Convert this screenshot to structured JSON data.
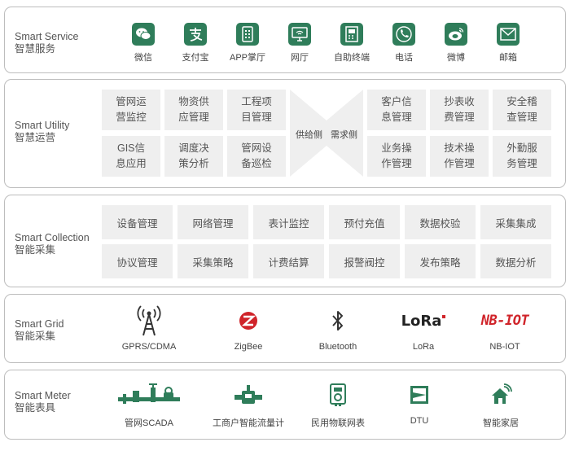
{
  "service": {
    "title_en": "Smart Service",
    "title_zh": "智慧服务",
    "items": [
      {
        "label": "微信",
        "icon": "wechat-icon"
      },
      {
        "label": "支付宝",
        "icon": "alipay-icon"
      },
      {
        "label": "APP掌厅",
        "icon": "mobile-app-icon"
      },
      {
        "label": "网厅",
        "icon": "monitor-icon"
      },
      {
        "label": "自助终端",
        "icon": "kiosk-icon"
      },
      {
        "label": "电话",
        "icon": "phone-icon"
      },
      {
        "label": "微博",
        "icon": "weibo-icon"
      },
      {
        "label": "邮箱",
        "icon": "mail-icon"
      }
    ]
  },
  "utility": {
    "title_en": "Smart Utility",
    "title_zh": "智慧运营",
    "supply_label": "供给侧",
    "demand_label": "需求侧",
    "supply_items": [
      "管网运\n营监控",
      "物资供\n应管理",
      "工程项\n目管理",
      "GIS信\n息应用",
      "调度决\n策分析",
      "管网设\n备巡检"
    ],
    "demand_items": [
      "客户信\n息管理",
      "抄表收\n费管理",
      "安全稽\n查管理",
      "业务操\n作管理",
      "技术操\n作管理",
      "外勤服\n务管理"
    ]
  },
  "collection": {
    "title_en": "Smart Collection",
    "title_zh": "智能采集",
    "row1": [
      "设备管理",
      "网络管理",
      "表计监控",
      "预付充值",
      "数据校验",
      "采集集成"
    ],
    "row2": [
      "协议管理",
      "采集策略",
      "计费结算",
      "报警阀控",
      "发布策略",
      "数据分析"
    ]
  },
  "grid": {
    "title_en": "Smart Grid",
    "title_zh": "智能采集",
    "items": [
      {
        "label": "GPRS/CDMA",
        "icon": "cell-tower-icon"
      },
      {
        "label": "ZigBee",
        "icon": "zigbee-icon",
        "color": "#d0242a"
      },
      {
        "label": "Bluetooth",
        "icon": "bluetooth-icon"
      },
      {
        "label": "LoRa",
        "icon": "lora-logo",
        "logo_text": "LoRa",
        "color": "#d0242a"
      },
      {
        "label": "NB-IOT",
        "icon": "nbiot-logo",
        "logo_text": "NB-IOT",
        "color": "#d0242a"
      }
    ]
  },
  "meter": {
    "title_en": "Smart Meter",
    "title_zh": "智能表具",
    "items": [
      {
        "label": "管网SCADA",
        "icon": "pipeline-scada-icon"
      },
      {
        "label": "工商户智能流量计",
        "icon": "flow-meter-icon"
      },
      {
        "label": "民用物联网表",
        "icon": "iot-meter-icon"
      },
      {
        "label": "DTU",
        "icon": "dtu-icon"
      },
      {
        "label": "智能家居",
        "icon": "smart-home-icon"
      }
    ]
  },
  "colors": {
    "accent": "#2f7d5a",
    "cell_bg": "#efefef",
    "border": "#bdbdbd",
    "brand_red": "#d0242a"
  }
}
